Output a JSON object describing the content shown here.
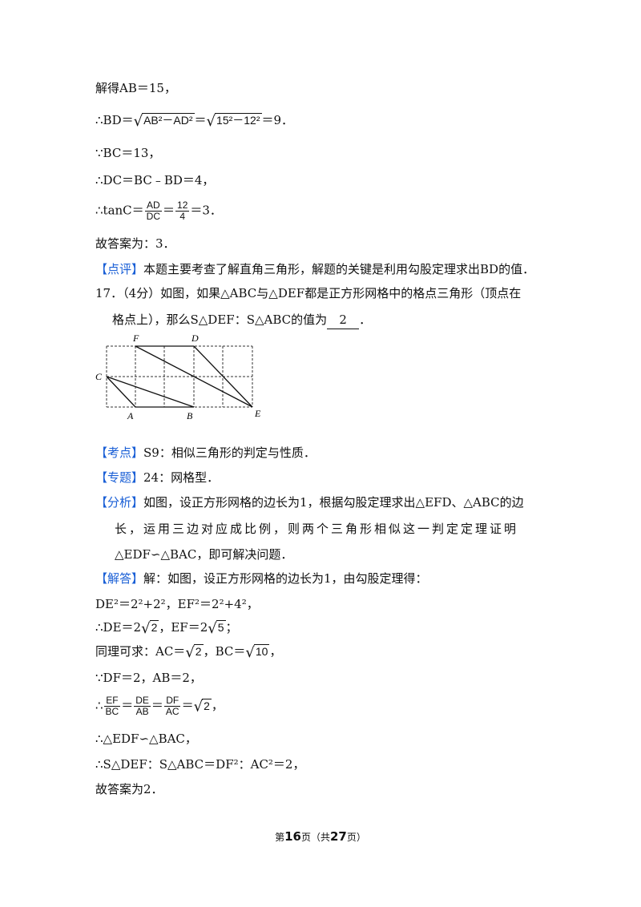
{
  "lines": {
    "l1": "解得AB＝15，",
    "l2_prefix": "∴BD＝",
    "l2_sqrt1": "AB²－AD²",
    "l2_eq": "＝",
    "l2_sqrt2": "15²－12²",
    "l2_result": "＝9．",
    "l3": "∵BC＝13，",
    "l4": "∴DC＝BC﹣BD＝4，",
    "l5_prefix": "∴tanC＝",
    "l5_f1_num": "AD",
    "l5_f1_den": "DC",
    "l5_eq": "＝",
    "l5_f2_num": "12",
    "l5_f2_den": "4",
    "l5_result": "＝3．",
    "l6": "故答案为：3．",
    "l7_tag": "【点评】",
    "l7_text": "本题主要考查了解直角三角形，解题的关键是利用勾股定理求出BD的值．",
    "q17_head": "17．（4分）如图，如果△ABC与△DEF都是正方形网格中的格点三角形（顶点在",
    "q17_cont": "格点上），那么S△DEF：S△ABC的值为",
    "q17_answer": "2",
    "q17_end": "．",
    "kaodian_tag": "【考点】",
    "kaodian_text": "S9：相似三角形的判定与性质．",
    "zhuanti_tag": "【专题】",
    "zhuanti_text": "24：网格型．",
    "fenxi_tag": "【分析】",
    "fenxi_text1": "如图，设正方形网格的边长为1，根据勾股定理求出△EFD、△ABC的边",
    "fenxi_text2": "长，运用三边对应成比例，则两个三角形相似这一判定定理证明",
    "fenxi_text3": "△EDF∽△BAC，即可解决问题．",
    "jieda_tag": "【解答】",
    "jieda_text": "解：如图，设正方形网格的边长为1，由勾股定理得：",
    "s1": "DE²＝2²+2²，EF²＝2²+4²，",
    "s2_a": "∴DE＝2",
    "s2_r1": "2",
    "s2_b": "，EF＝2",
    "s2_r2": "5",
    "s2_c": "；",
    "s3_a": "同理可求：AC＝",
    "s3_r1": "2",
    "s3_b": "，BC＝",
    "s3_r2": "10",
    "s3_c": "，",
    "s4": "∵DF＝2，AB＝2，",
    "s5_prefix": "∴",
    "s5_f1_num": "EF",
    "s5_f1_den": "BC",
    "s5_f2_num": "DE",
    "s5_f2_den": "AB",
    "s5_f3_num": "DF",
    "s5_f3_den": "AC",
    "s5_eq": "＝",
    "s5_r": "2",
    "s5_end": "，",
    "s6": "∴△EDF∽△BAC，",
    "s7": "∴S△DEF：S△ABC＝DF²：AC²＝2，",
    "s8": "故答案为2．"
  },
  "figure": {
    "labels": {
      "F": "F",
      "D": "D",
      "C": "C",
      "A": "A",
      "B": "B",
      "E": "E"
    }
  },
  "footer": {
    "pre": "第",
    "page": "16",
    "mid": "页（共",
    "total": "27",
    "post": "页）"
  }
}
